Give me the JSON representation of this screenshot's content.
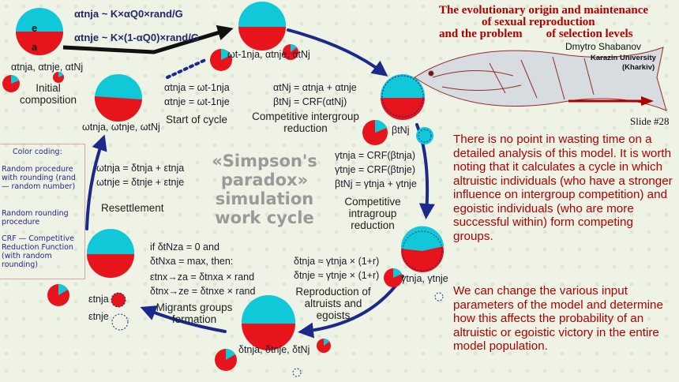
{
  "title": {
    "line1": "The evolutionary origin and maintenance",
    "line2": "of sexual reproduction",
    "line3": "and the problem        of selection levels"
  },
  "author": {
    "name": "Dmytro Shabanov",
    "affiliation1": "Karazin University",
    "affiliation2": "(Kharkiv)"
  },
  "slide_number": "Slide #28",
  "center_title": [
    "«Simpson's",
    "paradox»",
    "simulation",
    "work cycle"
  ],
  "colors": {
    "altruist": "#10c8d8",
    "egoist": "#e8141c",
    "arrow": "#1b2a8a",
    "text_red": "#b00000",
    "caption_blue": "#26268a"
  },
  "legend": {
    "heading": "Color coding:",
    "item1": "Random procedure with rounding (rand — random number)",
    "item2": "Random rounding procedure",
    "item3": "CRF — Competitive Reduction Function (with random rounding)"
  },
  "formulas": {
    "init_a": "αtnja ~ K×αQ0×rand/G",
    "init_e": "αtnje ~ K×(1-αQ0)×rand/G",
    "init_group": "αtnja, αtnje, αtNj",
    "cycle_group": "ωt-1nja, αtnje, αtNj",
    "start_a": "αtnja = ωt-1nja",
    "start_e": "αtnje = ωt-1nje",
    "inter_N": "αtNj = αtnja + αtnje",
    "inter_crf": "βtNj = CRF(αtNj)",
    "beta_label": "βtNj",
    "intra_a": "γtnja = CRF(βtnja)",
    "intra_e": "γtnje = CRF(βtnje)",
    "intra_N": "βtNj = γtnja + γtnje",
    "gamma_label": "γtnja, γtnje",
    "repro_a": "δtnja ≈ γtnja × (1+r)",
    "repro_e": "δtnje ≈ γtnje × (1+r)",
    "delta_label": "δtnja, δtnje, δtNj",
    "mig_cond1": "if  δtNza = 0  and",
    "mig_cond2": "δtNxa = max, then:",
    "mig_a": "εtnx→za = δtnxa × rand",
    "mig_e": "δtnx→ze = δtnxe × rand",
    "eps_a": "εtnja",
    "eps_e": "εtnje",
    "resettle_a": "ωtnja = δtnja + εtnja",
    "resettle_e": "ωtnje = δtnje + εtnje",
    "omega_label": "ωtnja, ωtnje, ωtNj",
    "pie_e": "e",
    "pie_a": "a"
  },
  "stage_labels": {
    "initial": "Initial composition",
    "start": "Start of cycle",
    "intergroup": "Competitive intergroup reduction",
    "intragroup": "Competitive intragroup reduction",
    "reproduction": "Reproduction of altruists and egoists",
    "migrants": "Migrants groups formation",
    "resettlement": "Resettlement"
  },
  "description": {
    "p1": "There is no point in wasting time on a detailed analysis of this model. It is worth noting that it calculates a cycle in which altruistic individuals (who have a stronger influence on intergroup competition) and egoistic individuals (who are more successful within) form competing groups.",
    "p2": "We can change the various input parameters of the model and determine how this affects the probability of an altruistic or egoistic victory in the entire model population."
  }
}
